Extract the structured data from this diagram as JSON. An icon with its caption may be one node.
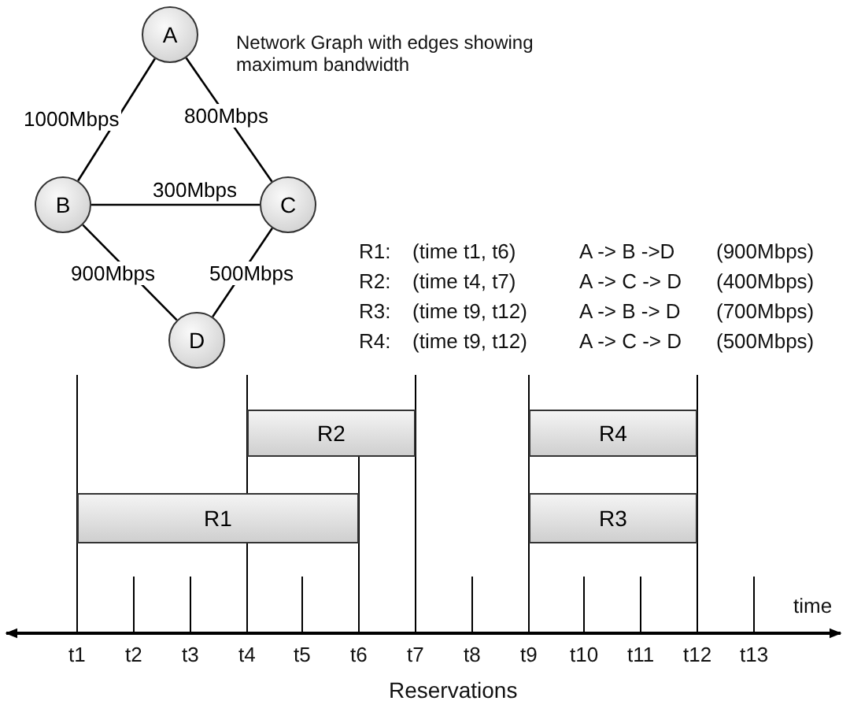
{
  "diagram": {
    "nodes": [
      {
        "text": [
          "A"
        ]
      },
      {
        "text": [
          "B"
        ]
      },
      {
        "text": [
          "C"
        ]
      },
      {
        "text": [
          "D"
        ]
      },
      {
        "text": [
          "R2"
        ]
      },
      {
        "text": [
          "R4"
        ]
      },
      {
        "text": [
          "R1"
        ]
      },
      {
        "text": [
          "R3"
        ]
      }
    ],
    "edges": [
      {
        "from": 0,
        "to": 1,
        "arrow": "none",
        "label": "1000Mbps"
      },
      {
        "from": 0,
        "to": 2,
        "arrow": "none",
        "label": "800Mbps"
      },
      {
        "from": 1,
        "to": 2,
        "arrow": "none",
        "label": "300Mbps"
      },
      {
        "from": 1,
        "to": 3,
        "arrow": "none",
        "label": "900Mbps"
      },
      {
        "from": 2,
        "to": 3,
        "arrow": "none",
        "label": "500Mbps"
      }
    ],
    "labels": [
      "Network Graph with edges showing maximum bandwidth",
      "R1:",
      "(time t1, t6)",
      "A -> B ->D",
      "(900Mbps)",
      "R2:",
      "(time t4, t7)",
      "A -> C -> D",
      "(400Mbps)",
      "R3:",
      "(time t9, t12)",
      "A -> B -> D",
      "(700Mbps)",
      "R4:",
      "(time t9, t12)",
      "A -> C -> D",
      "(500Mbps)",
      "time",
      "t1",
      "t2",
      "t3",
      "t4",
      "t5",
      "t6",
      "t7",
      "t8",
      "t9",
      "t10",
      "t11",
      "t12",
      "t13",
      "Reservations"
    ]
  }
}
